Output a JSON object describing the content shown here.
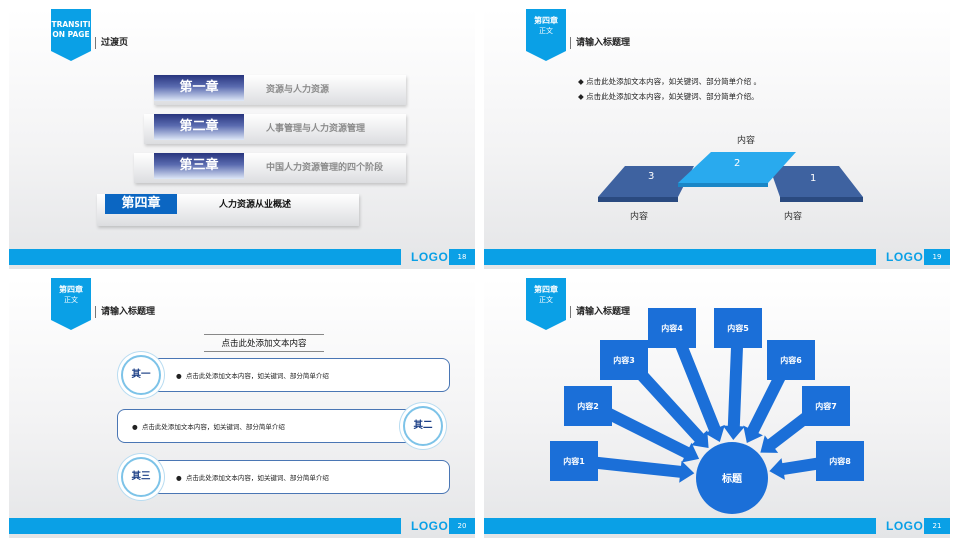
{
  "slides": [
    {
      "tag": "TRANSITI ON PAGE",
      "title": "过渡页",
      "chapters": [
        {
          "num": "第一章",
          "text": "资源与人力资源"
        },
        {
          "num": "第二章",
          "text": "人事管理与人力资源管理"
        },
        {
          "num": "第三章",
          "text": "中国人力资源管理的四个阶段"
        },
        {
          "num": "第四章",
          "text": "人力资源从业概述"
        }
      ],
      "logo": "LOGO",
      "page": "18"
    },
    {
      "tag": "第四章",
      "tag_sub": "正文",
      "title": "请输入标题理",
      "bullets": [
        "点击此处添加文本内容，如关键词、部分简单介绍 。",
        "点击此处添加文本内容，如关键词、部分简单介绍。"
      ],
      "podium": {
        "first": "1",
        "second": "2",
        "third": "3"
      },
      "labels": {
        "top": "内容",
        "left": "内容",
        "right": "内容"
      },
      "logo": "LOGO",
      "page": "19"
    },
    {
      "tag": "第四章",
      "tag_sub": "正文",
      "title": "请输入标题理",
      "header": "点击此处添加文本内容",
      "rows": [
        {
          "label": "其一",
          "text": "点击此处添加文本内容，如关键词、部分简单介绍"
        },
        {
          "label": "其二",
          "text": "点击此处添加文本内容，如关键词、部分简单介绍"
        },
        {
          "label": "其三",
          "text": "点击此处添加文本内容，如关键词、部分简单介绍"
        }
      ],
      "logo": "LOGO",
      "page": "20"
    },
    {
      "tag": "第四章",
      "tag_sub": "正文",
      "title": "请输入标题理",
      "center": "标题",
      "items": [
        "内容1",
        "内容2",
        "内容3",
        "内容4",
        "内容5",
        "内容6",
        "内容7",
        "内容8"
      ],
      "logo": "LOGO",
      "page": "21"
    }
  ],
  "colors": {
    "accent": "#0aa0e6",
    "navy": "#28357e",
    "hub": "#1b6fd8"
  }
}
